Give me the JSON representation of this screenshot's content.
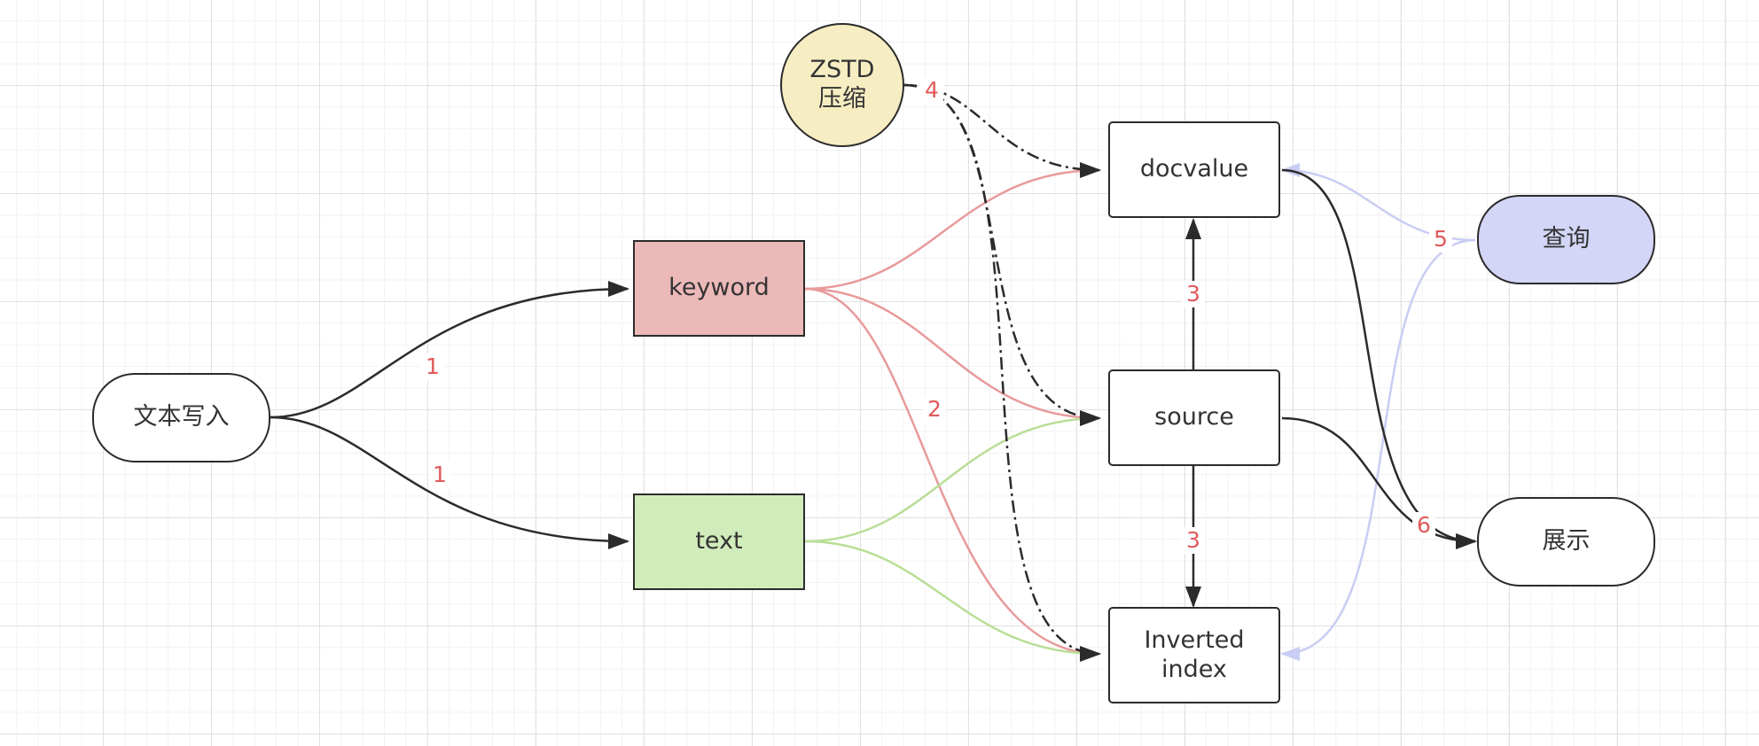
{
  "colors": {
    "stroke": "#2b2b2b",
    "keyword_fill": "#ecb9b9",
    "text_fill": "#d0ecbb",
    "zstd_fill": "#f6edc2",
    "query_fill": "#d4d6f7",
    "red_edge": "#e89a9a",
    "green_edge": "#b9de96",
    "blue_edge": "#c9cdf4",
    "label": "#e05a5a"
  },
  "nodes": {
    "text_write": "文本写入",
    "keyword": "keyword",
    "text": "text",
    "zstd": "ZSTD\n压缩",
    "docvalue": "docvalue",
    "source": "source",
    "inverted_index": "Inverted\nindex",
    "query": "查询",
    "display": "展示"
  },
  "edge_labels": {
    "write_to_keyword": "1",
    "write_to_text": "1",
    "keyword_to_index": "2",
    "source_to_docvalue": "3",
    "source_to_index": "3",
    "zstd": "4",
    "query": "5",
    "display": "6"
  }
}
